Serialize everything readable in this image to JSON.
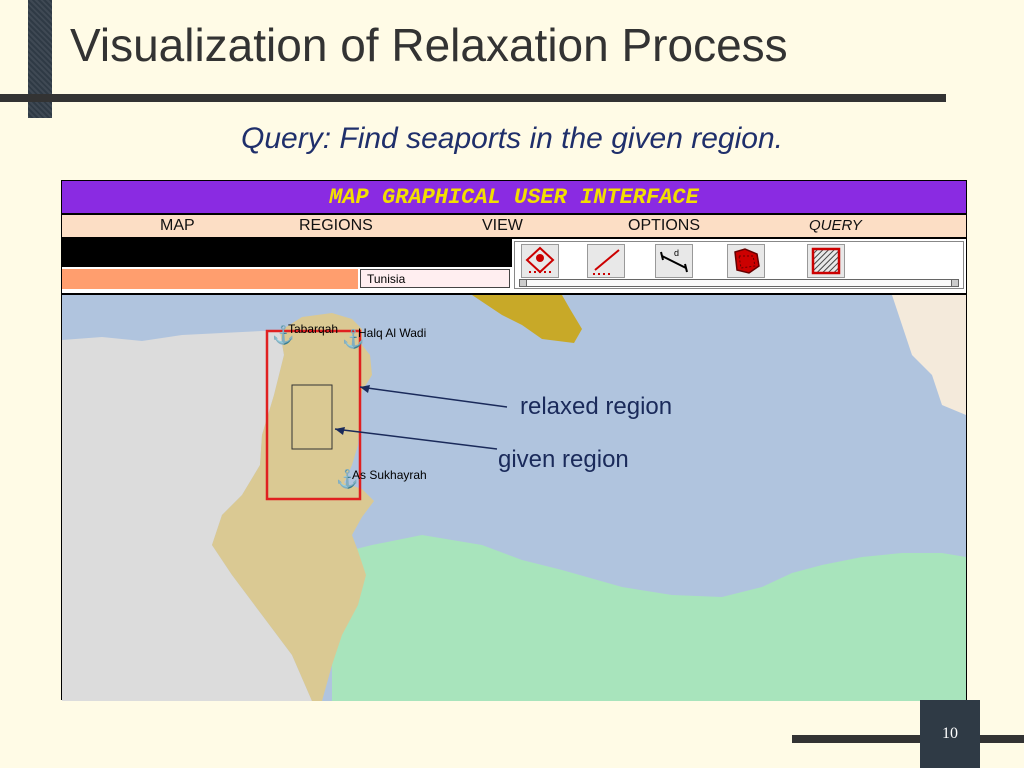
{
  "slide": {
    "title": "Visualization of Relaxation Process",
    "subtitle": "Query: Find seaports in the given region.",
    "page_number": "10"
  },
  "gui": {
    "title": "MAP GRAPHICAL USER INTERFACE",
    "menu": [
      "MAP",
      "REGIONS",
      "VIEW",
      "OPTIONS",
      "QUERY"
    ],
    "region_field": "Tunisia",
    "tools": [
      "seaport-query-icon",
      "line-query-icon",
      "distance-icon",
      "region-fill-icon",
      "hatched-region-icon"
    ]
  },
  "map": {
    "ports": [
      "Tabarqah",
      "Halq Al Wadi",
      "As Sukhayrah"
    ],
    "colors": {
      "sea": "#b0c4de",
      "tunisia": "#dac993",
      "algeria": "#dcdcdc",
      "libya": "#a8e4bc",
      "sicily": "#c8a928",
      "relaxed_region": "#e02020"
    }
  },
  "annotations": {
    "relaxed": "relaxed region",
    "given": "given region"
  }
}
